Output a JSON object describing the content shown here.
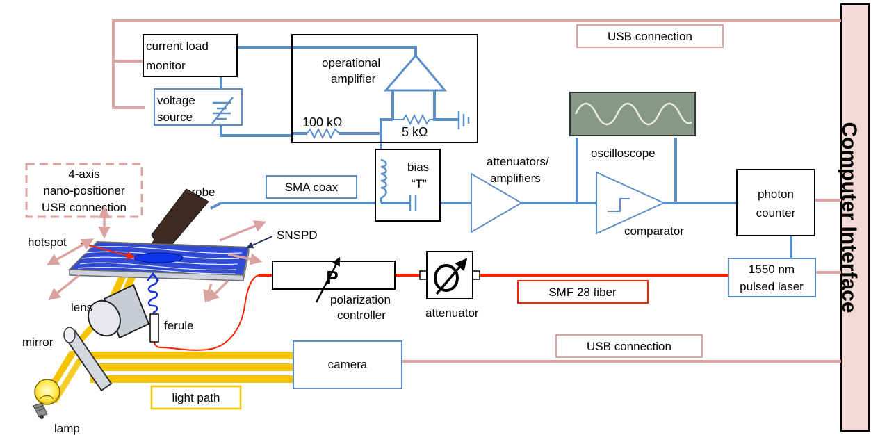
{
  "colors": {
    "wire": "#5b8ec7",
    "usb": "#dba3a0",
    "fiber": "#ff2200",
    "light": "#f5c400",
    "box_border": "#000000",
    "computer_fill": "#f3d9d6"
  },
  "labels": {
    "usb_top": "USB connection",
    "usb_bottom": "USB connection",
    "current_load_monitor": [
      "current load",
      "monitor"
    ],
    "voltage_source": [
      "voltage",
      "source"
    ],
    "operational_amplifier": [
      "operational",
      "amplifier"
    ],
    "resistor_100k": "100 kΩ",
    "resistor_5k": "5 kΩ",
    "bias_t": [
      "bias",
      "“T”"
    ],
    "nano_positioner": [
      "4-axis",
      "nano-positioner",
      "USB connection"
    ],
    "probe": "probe",
    "sma_coax": "SMA coax",
    "attenuators_amplifiers": [
      "attenuators/",
      "amplifiers"
    ],
    "oscilloscope": "oscilloscope",
    "comparator": "comparator",
    "photon_counter": [
      "photon",
      "counter"
    ],
    "computer_interface": "Computer Interface",
    "hotspot": "hotspot",
    "snspd": "SNSPD",
    "polarization_controller": [
      "polarization",
      "controller"
    ],
    "polarization_symbol": "P",
    "attenuator": "attenuator",
    "smf_fiber": "SMF 28 fiber",
    "laser": [
      "1550 nm",
      "pulsed laser"
    ],
    "lens": "lens",
    "ferule": "ferule",
    "mirror": "mirror",
    "camera": "camera",
    "light_path": "light path",
    "lamp": "lamp"
  },
  "icons": [
    "lamp-icon",
    "lens-icon",
    "mirror-icon",
    "oscilloscope-screen-icon",
    "ground-icon",
    "attenuator-phi-icon"
  ]
}
